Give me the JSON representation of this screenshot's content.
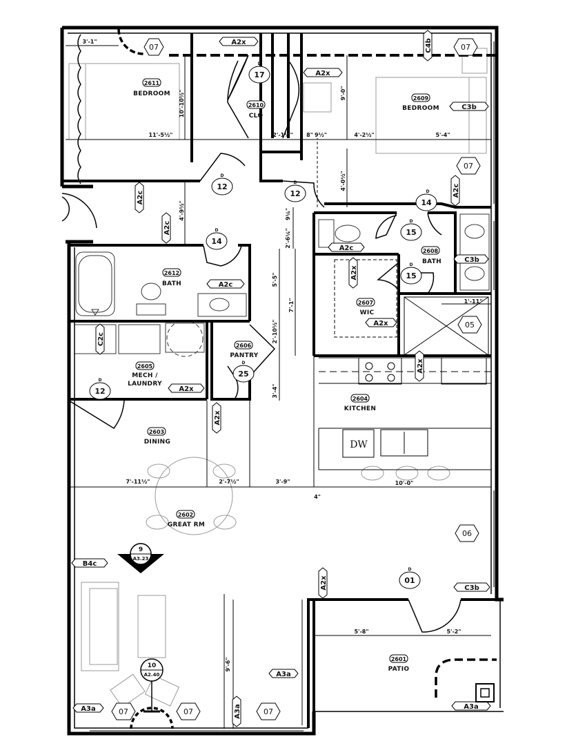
{
  "rooms": [
    {
      "id": "2611",
      "name": "BEDROOM"
    },
    {
      "id": "2610",
      "name": "CLO"
    },
    {
      "id": "2609",
      "name": "BEDROOM"
    },
    {
      "id": "2612",
      "name": "BATH"
    },
    {
      "id": "2608",
      "name": "BATH"
    },
    {
      "id": "2607",
      "name": "WIC"
    },
    {
      "id": "2606",
      "name": "PANTRY"
    },
    {
      "id": "2605",
      "name": "MECH /",
      "name2": "LAUNDRY"
    },
    {
      "id": "2604",
      "name": "KITCHEN"
    },
    {
      "id": "2603",
      "name": "DINING"
    },
    {
      "id": "2602",
      "name": "GREAT RM"
    },
    {
      "id": "2601",
      "name": "PATIO"
    }
  ],
  "door_tags": [
    {
      "prefix": "D",
      "num": "17"
    },
    {
      "prefix": "D",
      "num": "12"
    },
    {
      "prefix": "D",
      "num": "12"
    },
    {
      "prefix": "D",
      "num": "14"
    },
    {
      "prefix": "D",
      "num": "14"
    },
    {
      "prefix": "D",
      "num": "15"
    },
    {
      "prefix": "D",
      "num": "15"
    },
    {
      "prefix": "D",
      "num": "12"
    },
    {
      "prefix": "D",
      "num": "25"
    },
    {
      "prefix": "D",
      "num": "01"
    }
  ],
  "window_tags": [
    "07",
    "07",
    "07",
    "07",
    "07",
    "07",
    "05",
    "06"
  ],
  "wall_flags": [
    "A2x",
    "A2x",
    "C4b",
    "C3b",
    "A2c",
    "A2c",
    "A2c",
    "A2c",
    "A2c",
    "A2x",
    "C3b",
    "A2x",
    "A2x",
    "C2c",
    "A2x",
    "A2x",
    "A2x",
    "B4c",
    "A3a",
    "C3b",
    "A3a",
    "A3a",
    "A3a"
  ],
  "dimensions": [
    "3'-1\"",
    "10'-10½\"",
    "11'-5½\"",
    "2'-1½\"",
    "8\"",
    "9½\"",
    "4'-2½\"",
    "5'-4\"",
    "9'-0\"",
    "4'-0½\"",
    "4'-9½\"",
    "9¼\"",
    "2'-6¼\"",
    "5'-5\"",
    "7'-1\"",
    "2'-10½\"",
    "3'-4\"",
    "1'-11\"",
    "7'-11½\"",
    "2'-7½\"",
    "3'-9\"",
    "10'-0\"",
    "4\"",
    "5'-8\"",
    "5'-2\"",
    "9'-6\""
  ],
  "section_marks": [
    {
      "num": "9",
      "sheet": "A3.23"
    },
    {
      "num": "10",
      "sheet": "A2.40"
    }
  ],
  "appliance": {
    "dw": "DW"
  }
}
